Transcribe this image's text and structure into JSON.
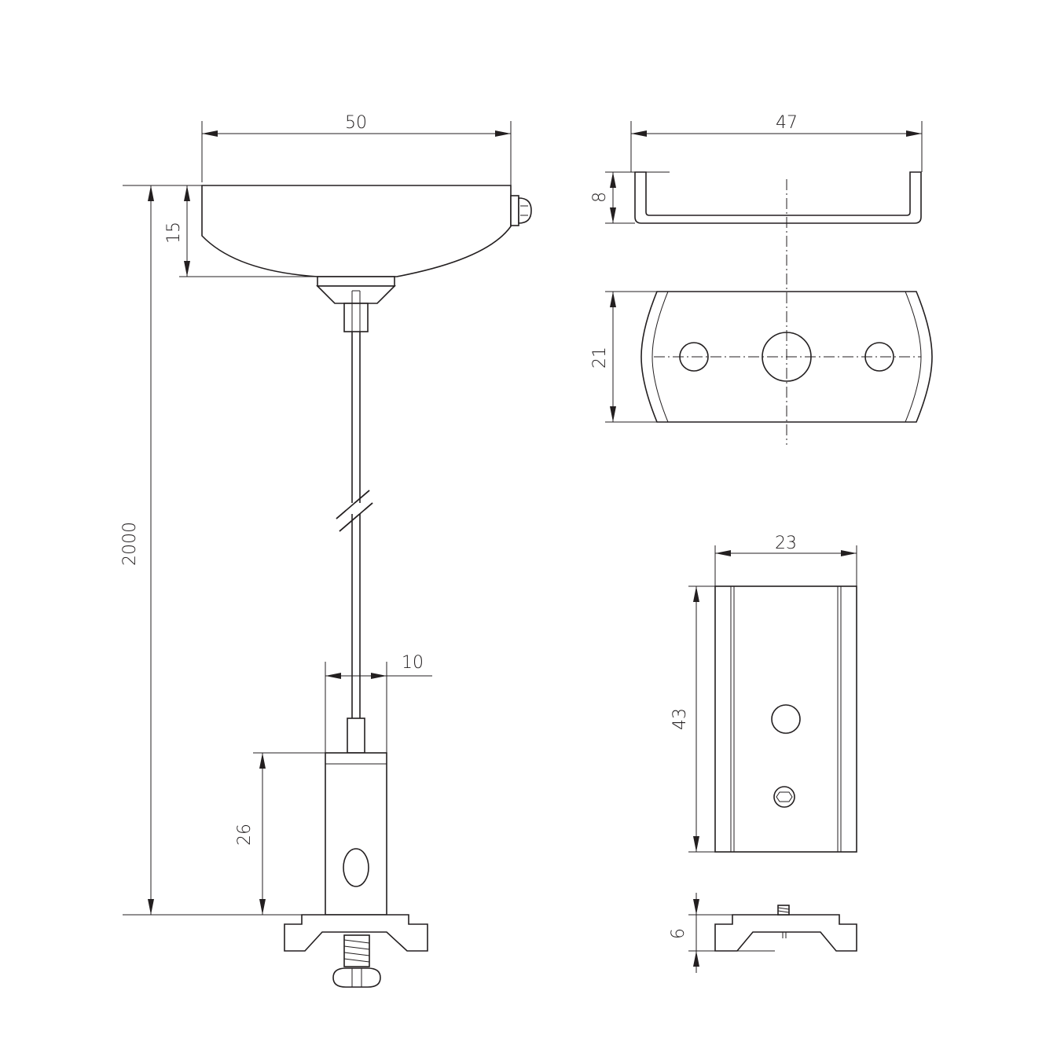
{
  "dimensions": {
    "d50": "50",
    "d15": "15",
    "d2000": "2000",
    "d10": "10",
    "d26": "26",
    "d47": "47",
    "d8": "8",
    "d21": "21",
    "d23": "23",
    "d43": "43",
    "d6": "6"
  },
  "colors": {
    "line": "#231f20",
    "background": "#ffffff"
  }
}
